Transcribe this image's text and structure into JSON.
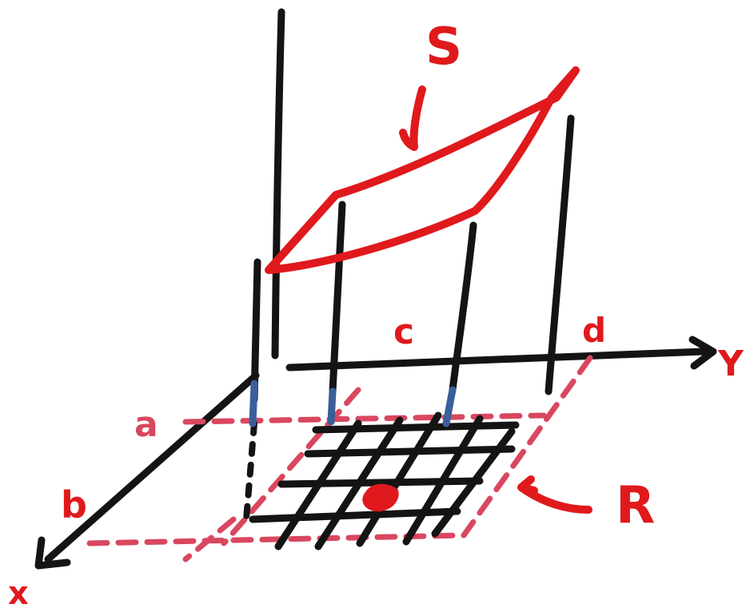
{
  "labels": {
    "surface": "S",
    "region": "R",
    "x_axis": "x",
    "y_axis": "Y",
    "a": "a",
    "b": "b",
    "c": "c",
    "d": "d"
  },
  "colors": {
    "ink": "#141414",
    "red": "#e0191c",
    "pink": "#d9475f",
    "blue": "#3a5f9a"
  }
}
